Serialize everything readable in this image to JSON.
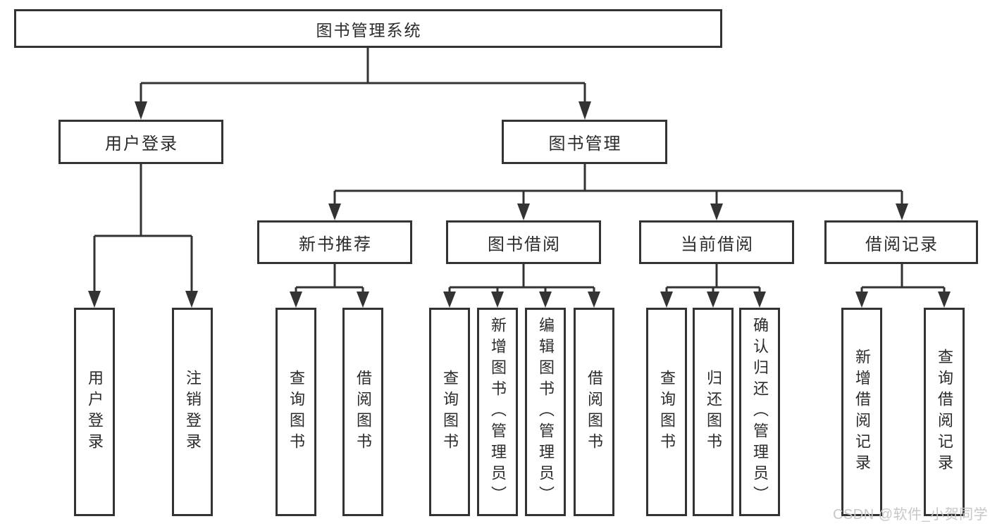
{
  "diagram": {
    "root": {
      "label": "图书管理系统"
    },
    "level2": [
      {
        "label": "用户登录"
      },
      {
        "label": "图书管理"
      }
    ],
    "level3": [
      {
        "label": "新书推荐"
      },
      {
        "label": "图书借阅"
      },
      {
        "label": "当前借阅"
      },
      {
        "label": "借阅记录"
      }
    ],
    "leaf_groups": [
      {
        "parent": "用户登录",
        "items": [
          "用户登录",
          "注销登录"
        ]
      },
      {
        "parent": "新书推荐",
        "items": [
          "查询图书",
          "借阅图书"
        ]
      },
      {
        "parent": "图书借阅",
        "items": [
          "查询图书",
          "新增图书（管理员）",
          "编辑图书（管理员）",
          "借阅图书"
        ]
      },
      {
        "parent": "当前借阅",
        "items": [
          "查询图书",
          "归还图书",
          "确认归还（管理员）"
        ]
      },
      {
        "parent": "借阅记录",
        "items": [
          "新增借阅记录",
          "查询借阅记录"
        ]
      }
    ]
  },
  "watermark": {
    "text": "CSDN @软件_小贺同学"
  },
  "colors": {
    "line": "#333333",
    "text": "#2b2b2b",
    "watermark": "#c7c7c7",
    "background": "#ffffff"
  }
}
